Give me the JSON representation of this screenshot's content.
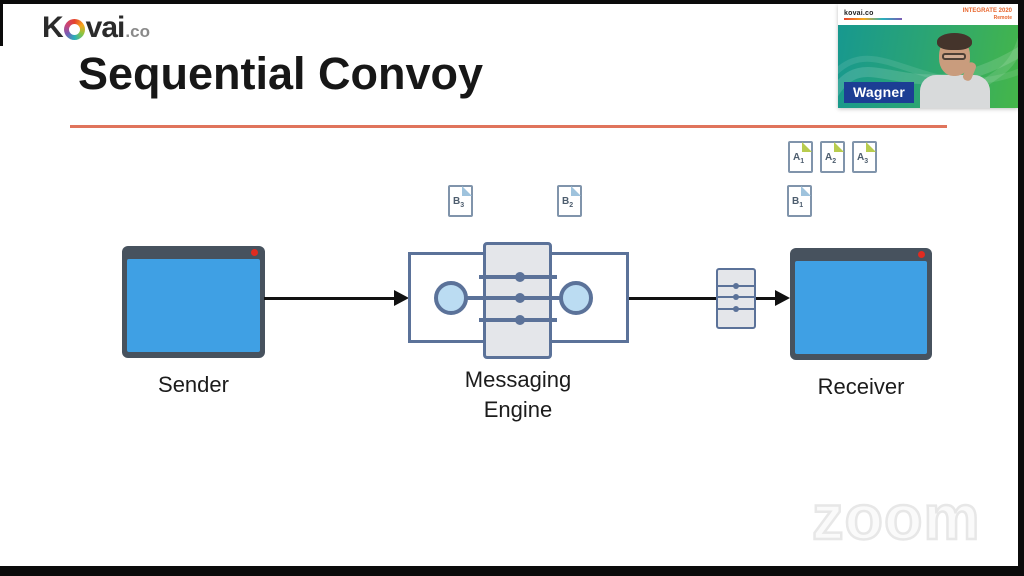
{
  "header": {
    "logo_k": "K",
    "logo_vai": "vai",
    "logo_suffix": ".co",
    "title": "Sequential Convoy"
  },
  "diagram": {
    "sender_label": "Sender",
    "engine_label_line1": "Messaging",
    "engine_label_line2": "Engine",
    "receiver_label": "Receiver",
    "docs": {
      "a1": {
        "letter": "A",
        "num": "1"
      },
      "a2": {
        "letter": "A",
        "num": "2"
      },
      "a3": {
        "letter": "A",
        "num": "3"
      },
      "b1": {
        "letter": "B",
        "num": "1"
      },
      "b2": {
        "letter": "B",
        "num": "2"
      },
      "b3": {
        "letter": "B",
        "num": "3"
      }
    }
  },
  "webcam": {
    "brand": "kovai.co",
    "event_line1": "INTEGRATE 2020",
    "event_line2": "Remote",
    "name_tag": "Wagner"
  },
  "watermark": {
    "text": "zoom"
  },
  "colors": {
    "accent": "#E0745C",
    "window_body": "#3FA0E4",
    "window_frame": "#47525E",
    "close_dot": "#E02B20",
    "engine_border": "#5B7299",
    "circle_fill": "#BBDCF2",
    "queue_fill": "#E4E6EA",
    "doc_border": "#8094AB",
    "doc_corner_a": "#B8CC4E",
    "doc_corner_b": "#9FC3DD",
    "event_text": "#E8662D",
    "nametag_bg": "#1C3E94"
  }
}
